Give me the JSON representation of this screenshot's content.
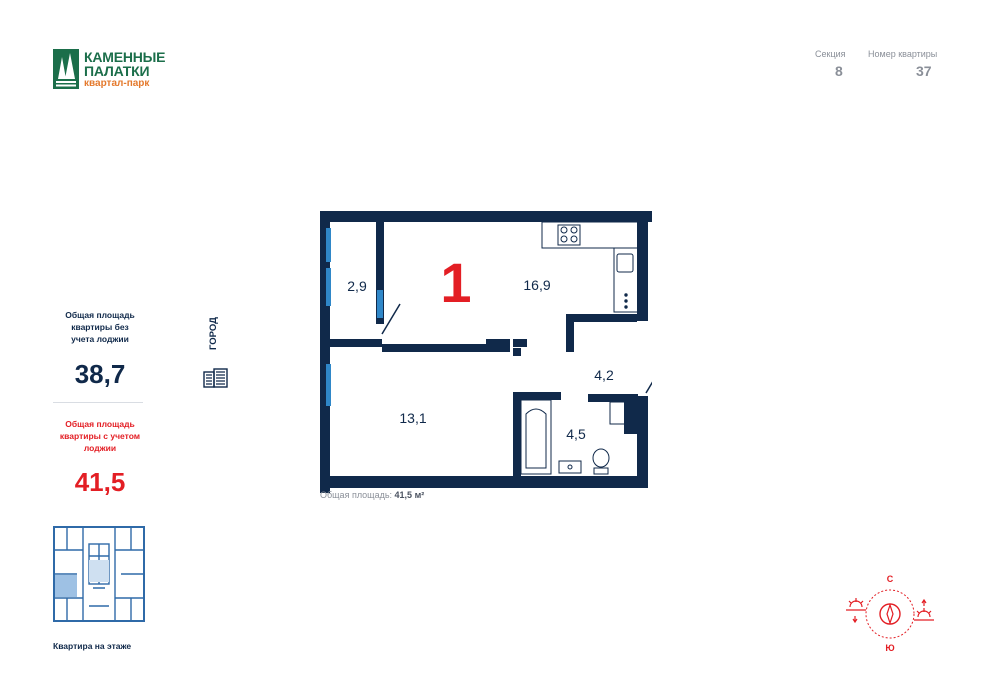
{
  "logo": {
    "line1": "КАМЕННЫЕ",
    "line2": "ПАЛАТКИ",
    "sub": "квартал-парк"
  },
  "header": {
    "section_label": "Секция",
    "section_value": "8",
    "apartment_label": "Номер квартиры",
    "apartment_value": "37"
  },
  "areas": {
    "without_loggia_caption": [
      "Общая площадь",
      "квартиры без",
      "учета лоджии"
    ],
    "without_loggia_value": "38,7",
    "with_loggia_caption": [
      "Общая площадь",
      "квартиры с учетом",
      "лоджии"
    ],
    "with_loggia_value": "41,5"
  },
  "orientation": {
    "city_label": "ГОРОД"
  },
  "plan": {
    "room_count": "1",
    "rooms": {
      "loggia": "2,9",
      "kitchen_living": "16,9",
      "hall": "4,2",
      "bedroom": "13,1",
      "bathroom": "4,5"
    },
    "total_label": "Общая площадь:",
    "total_value": "41,5 м²"
  },
  "minimap": {
    "label": "Квартира на этаже"
  },
  "compass": {
    "north": "С",
    "south": "Ю"
  },
  "colors": {
    "wall": "#10294a",
    "window": "#2f87c8",
    "accent_red": "#e31e24",
    "brand_green": "#1b6e4a",
    "brand_orange": "#e4792c"
  }
}
